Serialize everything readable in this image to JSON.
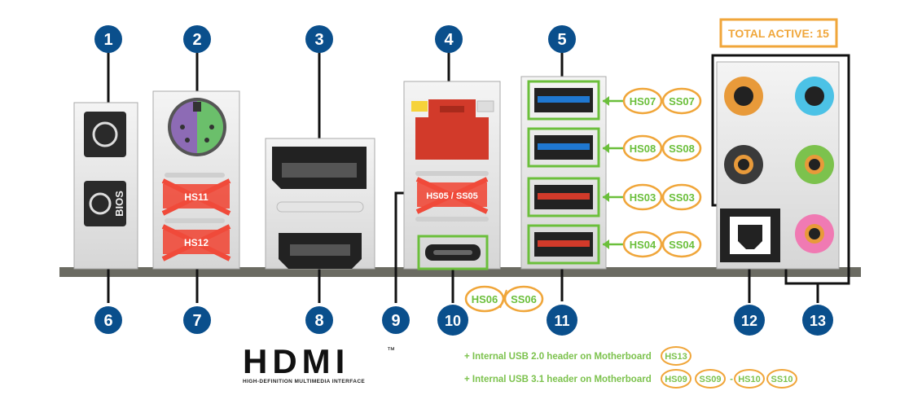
{
  "total_active": "TOTAL ACTIVE: 15",
  "bios_label": "BIOS",
  "callouts": [
    "1",
    "2",
    "3",
    "4",
    "5",
    "6",
    "7",
    "8",
    "9",
    "10",
    "11",
    "12",
    "13"
  ],
  "crossed_labels": {
    "ps2_upper": "HS11",
    "ps2_lower": "HS12",
    "lan_usb": "HS05 / SS05"
  },
  "usb_tags": {
    "usbc": [
      "HS06",
      "SS06"
    ],
    "row1": [
      "HS07",
      "SS07"
    ],
    "row2": [
      "HS08",
      "SS08"
    ],
    "row3": [
      "HS03",
      "SS03"
    ],
    "row4": [
      "HS04",
      "SS04"
    ]
  },
  "hdmi_logo": "HDMI",
  "hdmi_tm": "™",
  "hdmi_sub": "HIGH-DEFINITION MULTIMEDIA INTERFACE",
  "notes": {
    "usb2": "+ Internal USB 2.0 header on Motherboard",
    "usb2_tags": [
      "HS13"
    ],
    "usb31": "+ Internal USB 3.1 header on Motherboard",
    "usb31_tags": [
      "HS09",
      "SS09",
      "HS10",
      "SS10"
    ],
    "dash": "-"
  },
  "colors": {
    "badge_blue": "#0a4f8c",
    "tag_orange": "#f0a63a",
    "tag_green": "#6bbf3b",
    "cross_red": "#f04a3a",
    "panel_bar": "#6b6b62"
  }
}
